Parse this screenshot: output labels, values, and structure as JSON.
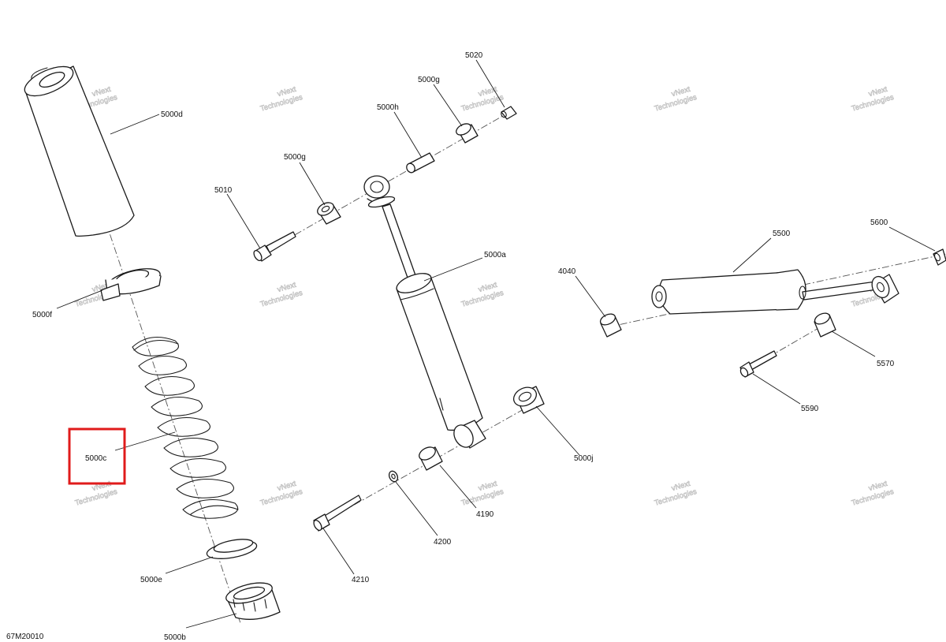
{
  "diagram_id": "67M20010",
  "watermark": {
    "line1": "vNext",
    "line2": "Technologies"
  },
  "highlight": {
    "color": "#e01b1b",
    "target": "5000c"
  },
  "callouts": {
    "p5000d": "5000d",
    "p5000f": "5000f",
    "p5000c": "5000c",
    "p5000e": "5000e",
    "p5000b": "5000b",
    "p5010": "5010",
    "p5000g_lower": "5000g",
    "p5000h": "5000h",
    "p5000g_upper": "5000g",
    "p5020": "5020",
    "p5000a": "5000a",
    "p5000j": "5000j",
    "p4190": "4190",
    "p4200": "4200",
    "p4210": "4210",
    "p4040": "4040",
    "p5500": "5500",
    "p5600": "5600",
    "p5570": "5570",
    "p5590": "5590"
  }
}
